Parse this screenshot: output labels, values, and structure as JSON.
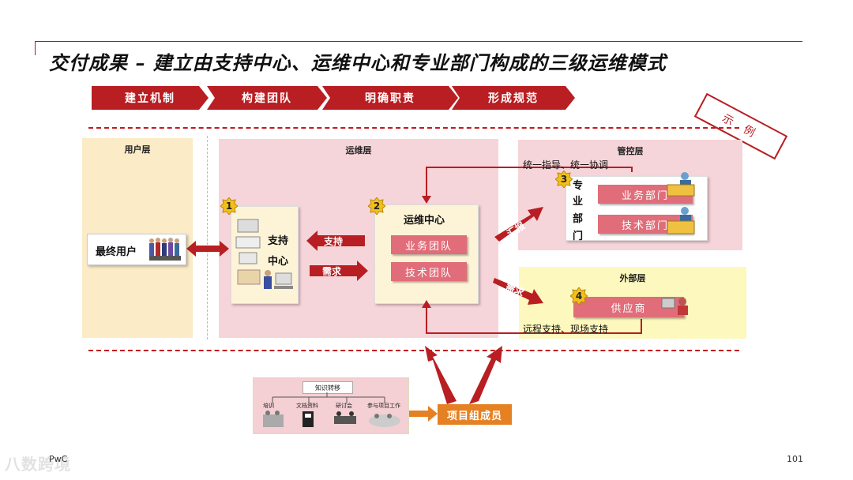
{
  "title": "交付成果 – 建立由支持中心、运维中心和专业部门构成的三级运维模式",
  "steps": [
    "建立机制",
    "构建团队",
    "明确职责",
    "形成规范"
  ],
  "example_stamp": "示 例",
  "layers": {
    "user": "用户层",
    "ops": "运维层",
    "control": "管控层",
    "external": "外部层"
  },
  "nodes": {
    "end_user": "最终用户",
    "support_center_line1": "支持",
    "support_center_line2": "中心",
    "ops_center": "运维中心",
    "biz_team": "业务团队",
    "tech_team": "技术团队",
    "pro_dept_chars": [
      "专",
      "业",
      "部",
      "门"
    ],
    "biz_dept": "业务部门",
    "tech_dept": "技术部门",
    "supplier": "供应商",
    "project_members": "项目组成员"
  },
  "badges": [
    "1",
    "2",
    "3",
    "4"
  ],
  "arrows": {
    "support": "支持",
    "demand": "需求",
    "report": "汇报",
    "demand2": "需求"
  },
  "annotations": {
    "unified": "统一指导、统一协调",
    "remote": "远程支持、现场支持"
  },
  "knowledge": {
    "title": "知识转移",
    "items": [
      "培训",
      "文档资料",
      "研讨会",
      "参与项目工作"
    ]
  },
  "footer": {
    "left": "PwC",
    "right": "101"
  },
  "watermark": "八数跨境",
  "colors": {
    "accent_red": "#b81e22",
    "pink_panel": "#f6d5da",
    "yellow_panel": "#fdf8bd",
    "orange": "#e58023"
  }
}
